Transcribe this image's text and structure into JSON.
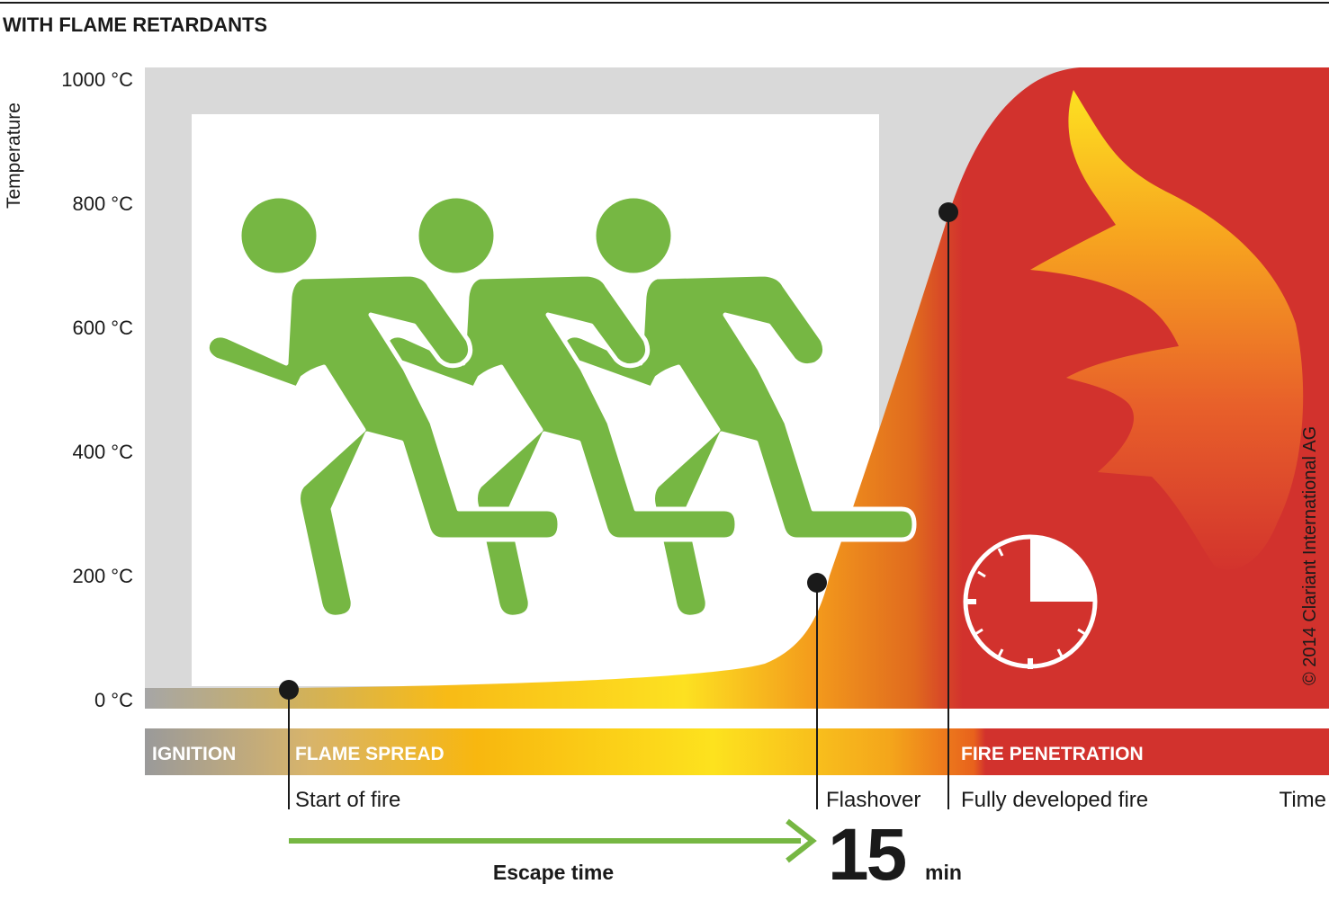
{
  "header": {
    "title": "WITH FLAME RETARDANTS"
  },
  "y_axis": {
    "label": "Temperature",
    "ticks": [
      "1000 °C",
      "800 °C",
      "600 °C",
      "400 °C",
      "200 °C",
      "0 °C"
    ]
  },
  "phases": {
    "ignition": "IGNITION",
    "flame_spread": "FLAME SPREAD",
    "fire_penetration": "FIRE PENETRATION"
  },
  "events": {
    "start": "Start of fire",
    "flashover": "Flashover",
    "fully_developed": "Fully developed fire",
    "time": "Time"
  },
  "escape": {
    "label": "Escape time",
    "value": "15",
    "unit": "min"
  },
  "copyright": "© 2014 Clariant International AG",
  "icons": [
    "running-person-icon",
    "clock-icon",
    "flame-icon"
  ],
  "colors": {
    "accent_green": "#76b743",
    "fire_red": "#d2322d",
    "orange": "#ef8a1f",
    "yellow": "#fbd72a",
    "grey": "#d9d9d9",
    "text": "#1a1a1a"
  }
}
